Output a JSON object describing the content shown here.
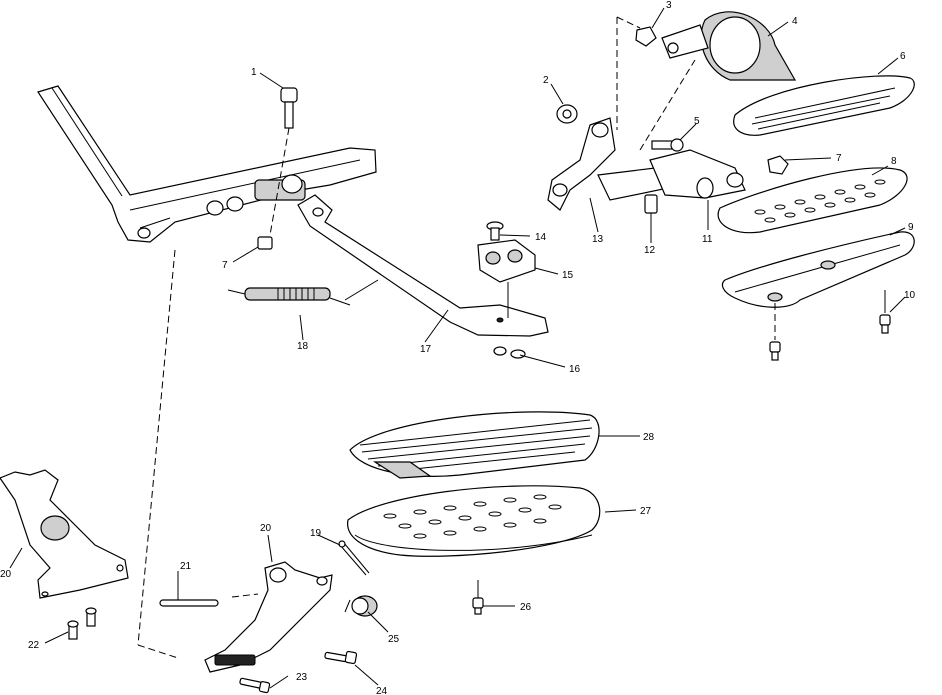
{
  "callouts": [
    "1",
    "2",
    "3",
    "4",
    "5",
    "6",
    "7",
    "7",
    "8",
    "9",
    "10",
    "11",
    "12",
    "13",
    "14",
    "15",
    "16",
    "17",
    "18",
    "19",
    "20",
    "20",
    "21",
    "22",
    "23",
    "24",
    "25",
    "25",
    "26",
    "27",
    "28"
  ]
}
